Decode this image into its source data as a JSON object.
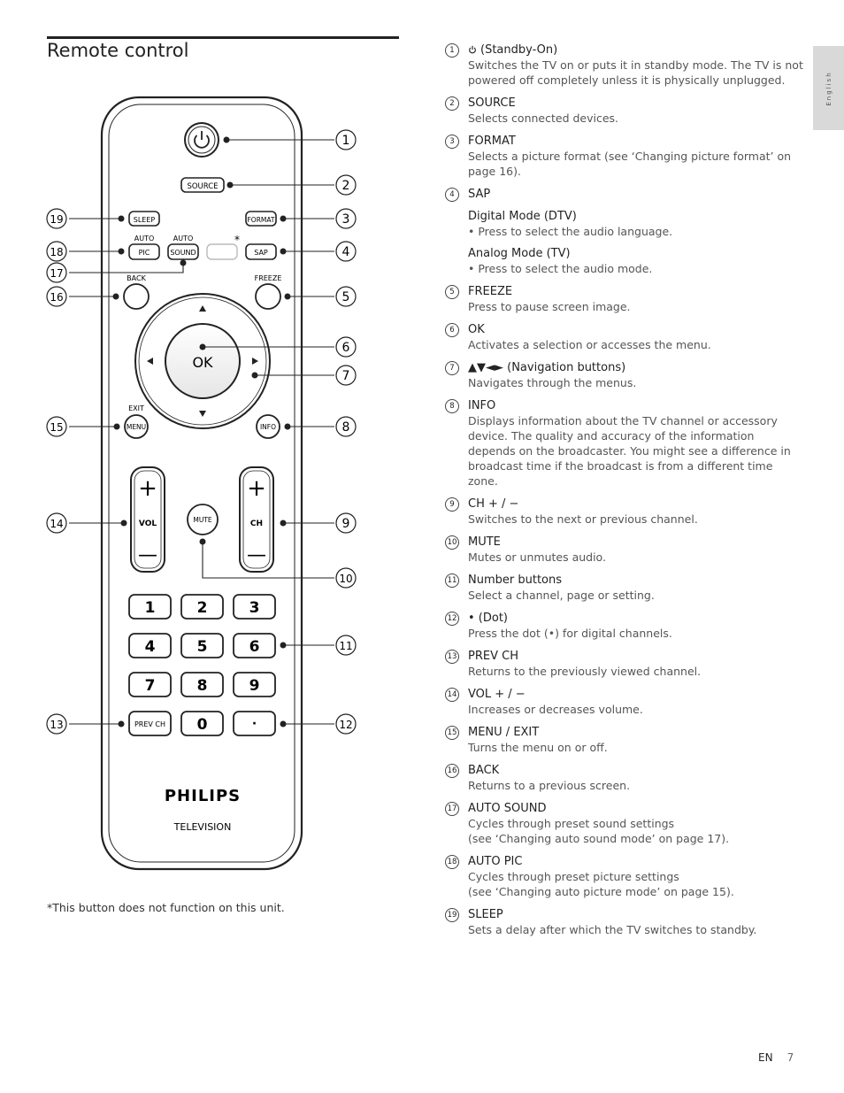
{
  "page": {
    "title": "Remote control",
    "language_tab": "English",
    "footnote": "*This button does not function on this unit.",
    "footer_lang": "EN",
    "page_number": "7"
  },
  "remote": {
    "buttons": {
      "source": "SOURCE",
      "sleep": "SLEEP",
      "format": "FORMAT",
      "auto_top_left": "AUTO",
      "auto_top_right": "AUTO",
      "pic": "PIC",
      "sound": "SOUND",
      "sap": "SAP",
      "asterisk": "*",
      "back": "BACK",
      "freeze": "FREEZE",
      "ok": "OK",
      "exit": "EXIT",
      "menu": "MENU",
      "info": "INFO",
      "vol": "VOL",
      "ch": "CH",
      "mute": "MUTE",
      "plus": "+",
      "minus": "—",
      "keys": [
        "1",
        "2",
        "3",
        "4",
        "5",
        "6",
        "7",
        "8",
        "9"
      ],
      "prev_ch": "PREV CH",
      "zero": "0",
      "dot": "·"
    },
    "brand": "PHILIPS",
    "brand_sub": "TELEVISION",
    "callouts": [
      "1",
      "2",
      "3",
      "4",
      "5",
      "6",
      "7",
      "8",
      "9",
      "10",
      "11",
      "12",
      "13",
      "14",
      "15",
      "16",
      "17",
      "18",
      "19"
    ]
  },
  "items": [
    {
      "num": "1",
      "title": "(Standby-On)",
      "desc": "Switches the TV on or puts it in standby mode. The TV is not powered off completely unless it is physically unplugged.",
      "icon": "power-icon"
    },
    {
      "num": "2",
      "title": "SOURCE",
      "desc": "Selects connected devices."
    },
    {
      "num": "3",
      "title": "FORMAT",
      "desc": "Selects a picture format (see ‘Changing picture format’ on page 16)."
    },
    {
      "num": "4",
      "title": "SAP",
      "sub1_title": "Digital Mode (DTV)",
      "sub1_desc": "• Press to select the audio language.",
      "sub2_title": "Analog Mode (TV)",
      "sub2_desc": "• Press to select the audio mode."
    },
    {
      "num": "5",
      "title": "FREEZE",
      "desc": "Press to pause screen image."
    },
    {
      "num": "6",
      "title": "OK",
      "desc": "Activates a selection or accesses the menu."
    },
    {
      "num": "7",
      "title": "▲▼◄► (Navigation buttons)",
      "desc": "Navigates through the menus."
    },
    {
      "num": "8",
      "title": "INFO",
      "desc": "Displays information about the TV channel or accessory device. The quality and accuracy of the information depends on the broadcaster. You might see a difference in broadcast time if the broadcast is from a different time zone."
    },
    {
      "num": "9",
      "title": "CH + / −",
      "desc": "Switches to the next or previous channel."
    },
    {
      "num": "10",
      "title": "MUTE",
      "desc": "Mutes or unmutes audio."
    },
    {
      "num": "11",
      "title": "Number buttons",
      "desc": "Select a channel, page or setting."
    },
    {
      "num": "12",
      "title": "• (Dot)",
      "desc": "Press the dot (•) for digital channels."
    },
    {
      "num": "13",
      "title": "PREV CH",
      "desc": "Returns to the previously viewed channel."
    },
    {
      "num": "14",
      "title": "VOL + / −",
      "desc": "Increases or decreases volume."
    },
    {
      "num": "15",
      "title": "MENU / EXIT",
      "desc": "Turns the menu on or off."
    },
    {
      "num": "16",
      "title": "BACK",
      "desc": "Returns to a previous screen."
    },
    {
      "num": "17",
      "title": "AUTO SOUND",
      "desc": "Cycles through preset sound settings",
      "desc2": "(see ‘Changing auto sound mode’ on page 17)."
    },
    {
      "num": "18",
      "title": "AUTO PIC",
      "desc": "Cycles through preset picture settings",
      "desc2": "(see ‘Changing auto picture mode’ on page 15)."
    },
    {
      "num": "19",
      "title": "SLEEP",
      "desc": "Sets a delay after which the TV switches to standby."
    }
  ]
}
